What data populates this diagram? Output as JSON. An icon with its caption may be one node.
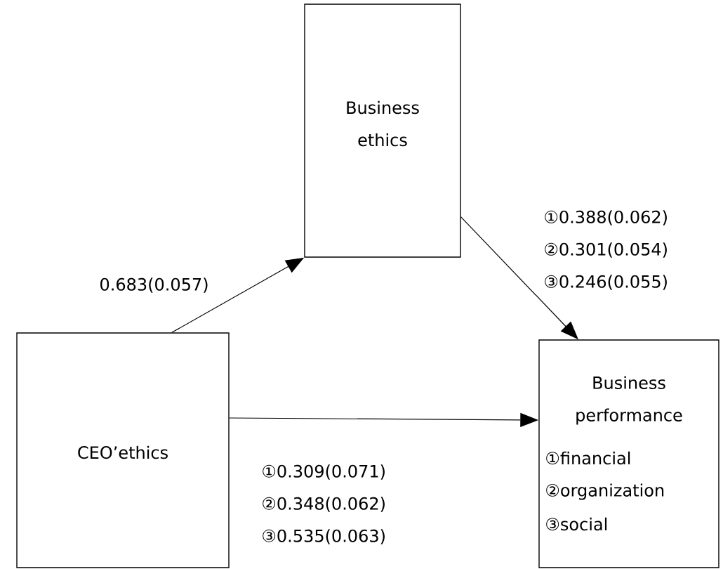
{
  "diagram": {
    "nodes": [
      {
        "text": [
          "Business ethics"
        ]
      },
      {
        "text": [
          "CEO’ethics"
        ]
      },
      {
        "text": [
          "Business performance",
          "①financial",
          "②organization",
          "③social"
        ]
      }
    ],
    "edges": [
      {
        "from": 1,
        "to": 0,
        "arrow": "to",
        "label": "0.683(0.057)"
      },
      {
        "from": 0,
        "to": 2,
        "arrow": "to",
        "label": "①0.388(0.062) ②0.301(0.054) ③0.246(0.055)"
      },
      {
        "from": 1,
        "to": 2,
        "arrow": "to",
        "label": "①0.309(0.071) ②0.348(0.062) ③0.535(0.063)"
      }
    ]
  }
}
